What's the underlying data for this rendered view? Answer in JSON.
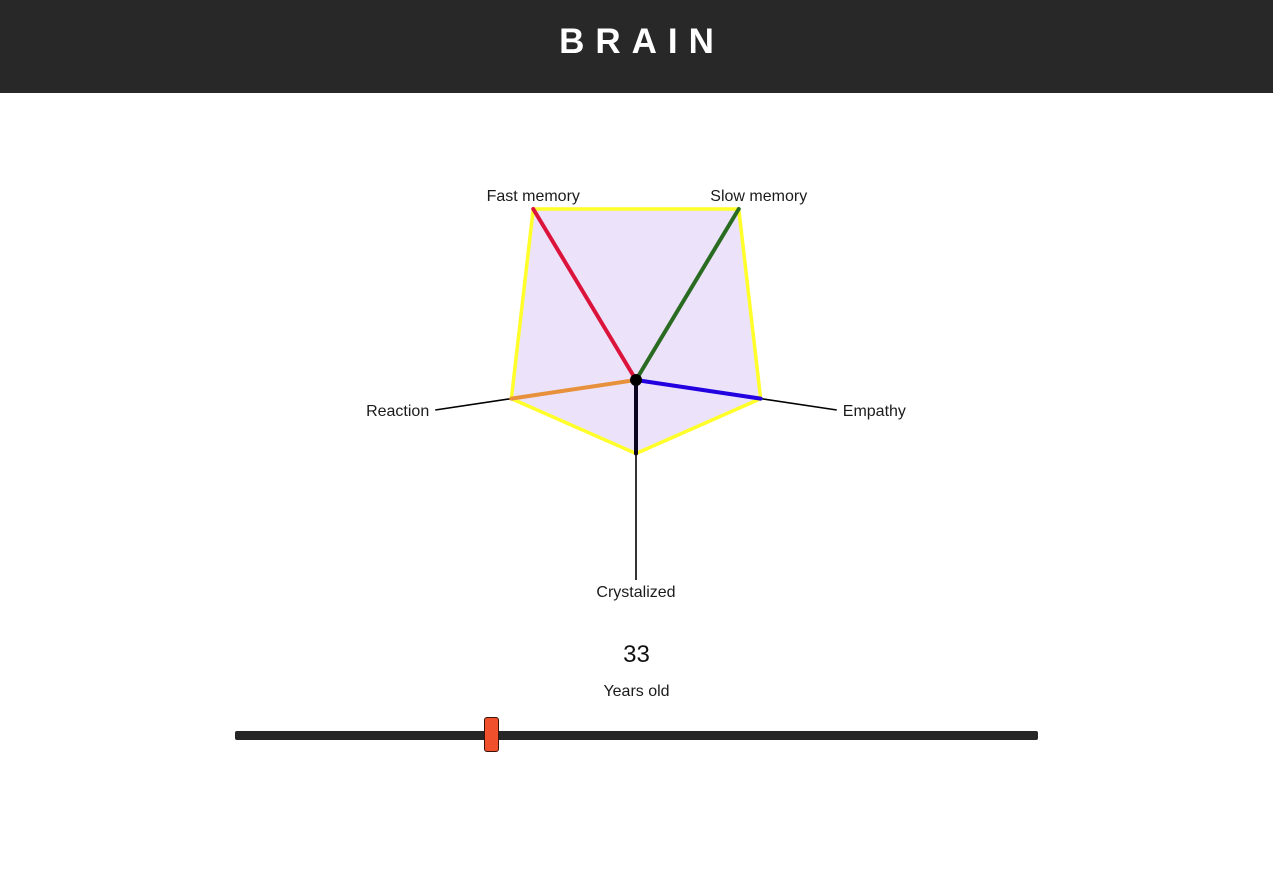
{
  "header": {
    "title": "BRAIN"
  },
  "chart_data": {
    "type": "radar",
    "axes": [
      {
        "key": "fast_memory",
        "label": "Fast memory",
        "color": "#dc143c"
      },
      {
        "key": "slow_memory",
        "label": "Slow memory",
        "color": "#2a6b22"
      },
      {
        "key": "empathy",
        "label": "Empathy",
        "color": "#2200e0"
      },
      {
        "key": "crystalized",
        "label": "Crystalized",
        "color": "#0a0420"
      },
      {
        "key": "reaction",
        "label": "Reaction",
        "color": "#e8913c"
      }
    ],
    "range": [
      0,
      1
    ],
    "values": {
      "fast_memory": 0.95,
      "slow_memory": 0.95,
      "empathy": 0.6,
      "crystalized": 0.35,
      "reaction": 0.6
    },
    "fill_color": "#ece3fa",
    "outline_color": "#ffff2a",
    "guide_color": "#000000"
  },
  "age": {
    "value": "33",
    "caption": "Years old",
    "slider_min": 0,
    "slider_max": 100,
    "slider_fraction": 0.32,
    "thumb_color": "#f0502b",
    "track_color": "#262626"
  }
}
